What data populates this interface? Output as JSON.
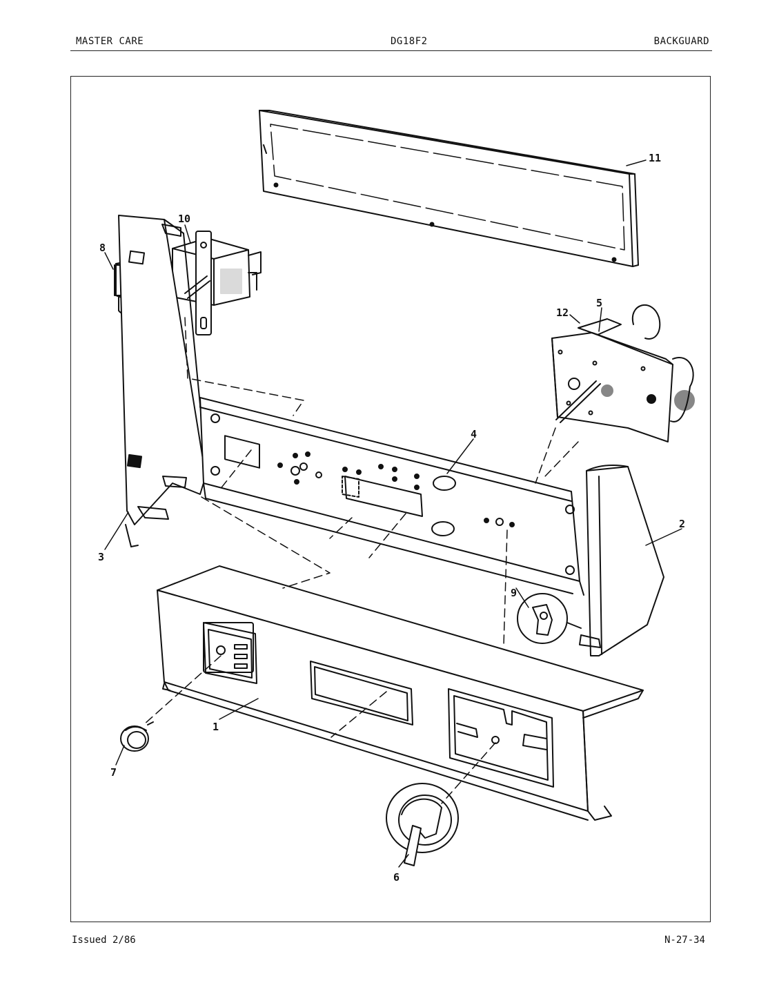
{
  "header": {
    "left": "MASTER CARE",
    "center": "DG18F2",
    "right": "BACKGUARD"
  },
  "footer": {
    "left": "Issued 2/86",
    "right": "N-27-34"
  },
  "callouts": {
    "c1": "1",
    "c2": "2",
    "c3": "3",
    "c4": "4",
    "c5": "5",
    "c6": "6",
    "c7": "7",
    "c8": "8",
    "c9": "9",
    "c10": "10",
    "c11": "11",
    "c12": "12"
  }
}
